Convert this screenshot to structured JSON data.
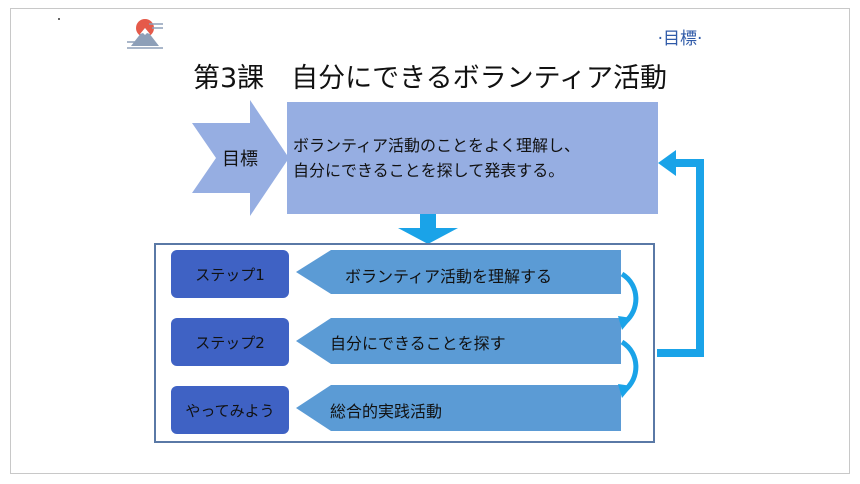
{
  "header": {
    "label": "·目標·"
  },
  "title": "第3課　自分にできるボランティア活動",
  "goal": {
    "label": "目標",
    "line1": "ボランティア活動のことをよく理解し、",
    "line2": "自分にできることを探して発表する。"
  },
  "steps": [
    {
      "button": "ステップ1",
      "text": "ボランティア活動を理解する"
    },
    {
      "button": "ステップ2",
      "text": "自分にできることを探す"
    },
    {
      "button": "やってみよう",
      "text": "総合的実践活動"
    }
  ],
  "colors": {
    "goal_fill": "#96aee2",
    "step_button": "#3f62c4",
    "step_arrow": "#5b9bd5",
    "connector": "#1aa3e8",
    "border": "#5a79a6"
  },
  "icons": {
    "logo": "mount-fuji-sunrise-icon"
  }
}
